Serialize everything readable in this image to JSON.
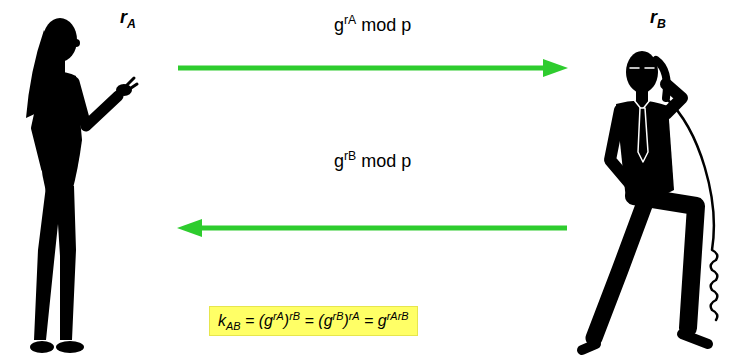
{
  "diagram": {
    "nodes": [
      {
        "text": [
          "rA"
        ]
      },
      {
        "text": [
          "rB"
        ]
      },
      {
        "text": [
          "kAB = (grA)rB = (grB)rA = grArB"
        ]
      }
    ],
    "edges": [
      {
        "from": 0,
        "to": 1,
        "arrow": "to",
        "label": "grA mod p"
      },
      {
        "from": 1,
        "to": 0,
        "arrow": "to",
        "label": "grB mod p"
      }
    ]
  }
}
